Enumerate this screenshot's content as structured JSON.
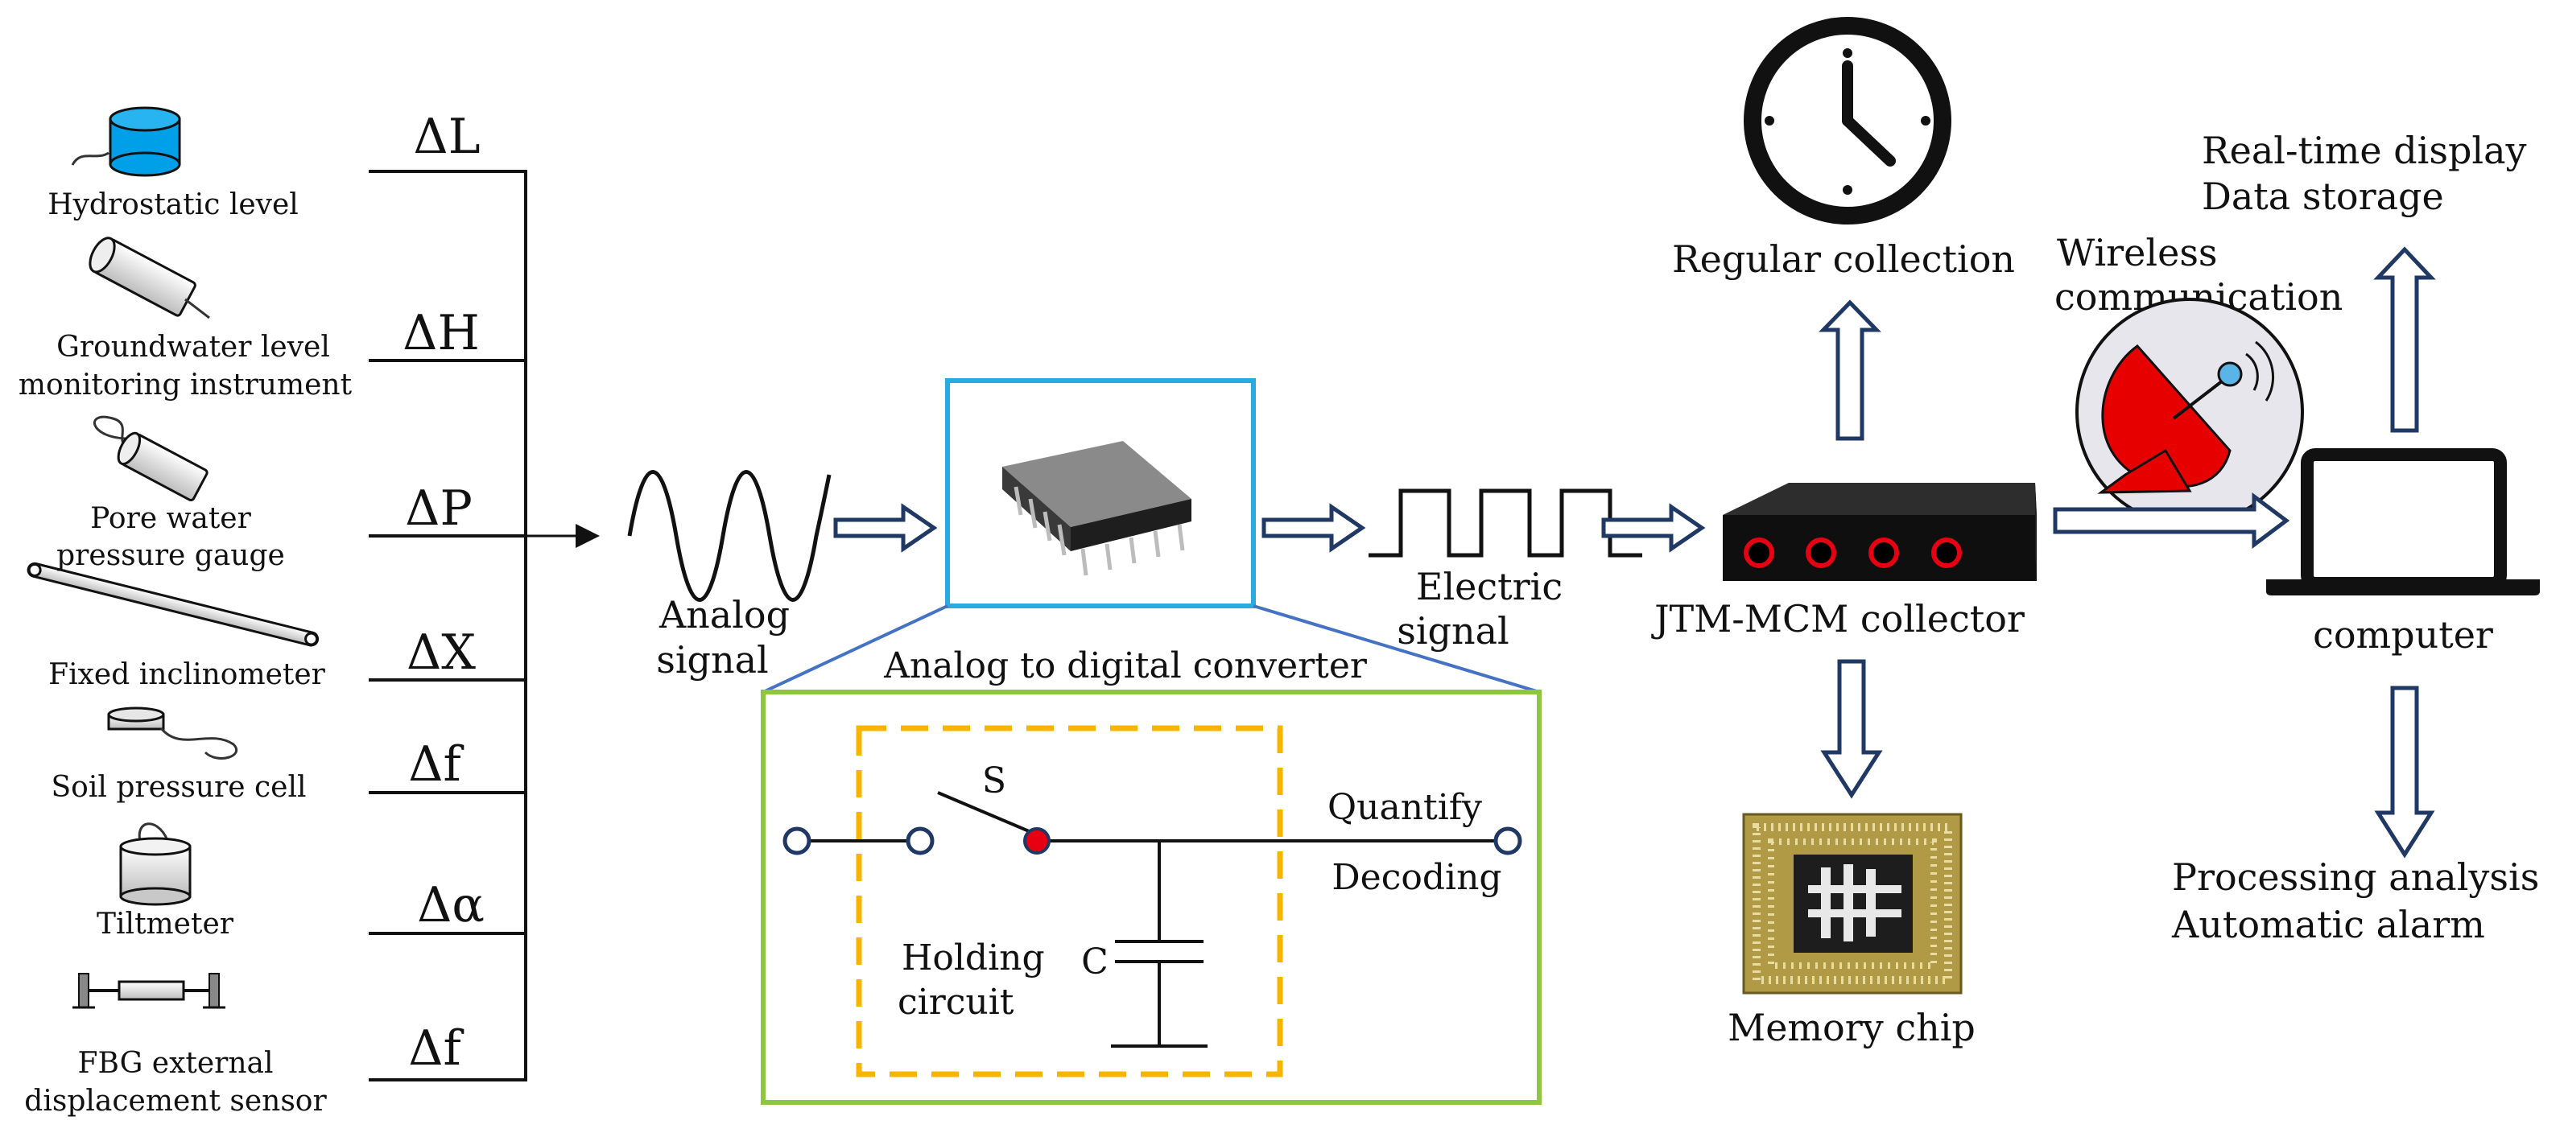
{
  "sensors": [
    {
      "name": "Hydrostatic level",
      "delta": "ΔL"
    },
    {
      "name": "Groundwater level",
      "name2": "monitoring instrument",
      "delta": "ΔH"
    },
    {
      "name": "Pore water",
      "name2": "pressure gauge",
      "delta": "ΔP"
    },
    {
      "name": "Fixed inclinometer",
      "delta": "ΔX"
    },
    {
      "name": "Soil pressure cell",
      "delta": "Δf"
    },
    {
      "name": "Tiltmeter",
      "delta": "Δα"
    },
    {
      "name": "FBG external",
      "name2": "displacement sensor",
      "delta": "Δf"
    }
  ],
  "signals": {
    "analog_line1": "Analog",
    "analog_line2": "signal",
    "electric_line1": "Electric",
    "electric_line2": "signal"
  },
  "adc": {
    "title": "Analog to digital converter",
    "switch": "S",
    "capacitor": "C",
    "holding_line1": "Holding",
    "holding_line2": "circuit",
    "quantify": "Quantify",
    "decoding": "Decoding"
  },
  "collector": {
    "name": "JTM-MCM collector",
    "regular": "Regular collection",
    "memory": "Memory chip",
    "wireless_line1": "Wireless",
    "wireless_line2": "communication"
  },
  "computer": {
    "name": "computer",
    "top_line1": "Real-time display",
    "top_line2": "Data storage",
    "bottom_line1": "Processing analysis",
    "bottom_line2": "Automatic alarm"
  },
  "colors": {
    "adc_frame": "#29abe2",
    "zoom_line": "#4472c4",
    "circuit_frame": "#8dc63f",
    "holding_frame": "#f7b500",
    "arrow": "#1f3864",
    "node_red": "#e60012",
    "hydro_blue": "#00a0e9",
    "dish_red": "#e60000"
  }
}
